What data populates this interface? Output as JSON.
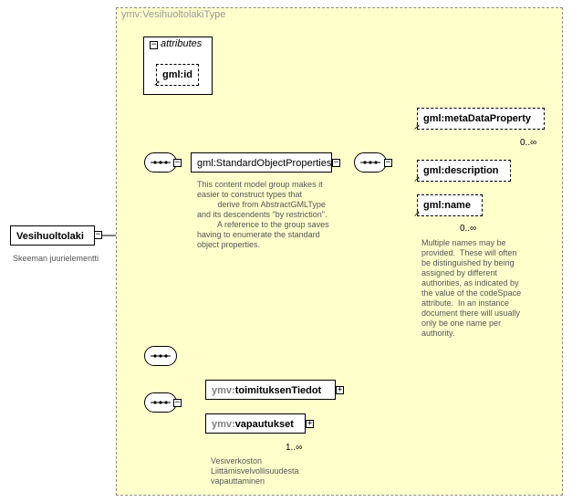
{
  "root": {
    "name": "Vesihuoltolaki",
    "annotation": "Skeeman juurielementti"
  },
  "complex_type": {
    "title": "ymv:VesihuoltolakiType",
    "attributes_label": "attributes",
    "attributes": [
      "gml:id"
    ]
  },
  "group": {
    "name": "gml:StandardObjectProperties",
    "annotation": "This content model group makes it\neasier to construct types that\n         derive from AbstractGMLType\nand its descendents \"by restriction\".\n         A reference to the group saves\nhaving to enumerate the standard\nobject properties.",
    "elements": [
      {
        "name": "gml:metaDataProperty",
        "cardinality": "0..∞"
      },
      {
        "name": "gml:description",
        "cardinality": ""
      },
      {
        "name": "gml:name",
        "cardinality": "0..∞"
      }
    ],
    "name_annotation": "Multiple names may be\nprovided.  These will often\nbe distinguished by being\nassigned by different\nauthorities, as indicated by\nthe value of the codeSpace\nattribute.  In an instance\ndocument there will usually\nonly be one name per\nauthority."
  },
  "local_sequence": {
    "elements": [
      {
        "ns": "ymv:",
        "local": "toimituksenTiedot",
        "cardinality": ""
      },
      {
        "ns": "ymv:",
        "local": "vapautukset",
        "cardinality": "1..∞"
      }
    ],
    "vapautukset_annotation": "Vesiverkoston\nLiittämisvelvollisuudesta\nvapauttaminen"
  },
  "symbols": {
    "minus": "−",
    "plus": "+",
    "ref_arrow": "↗"
  }
}
